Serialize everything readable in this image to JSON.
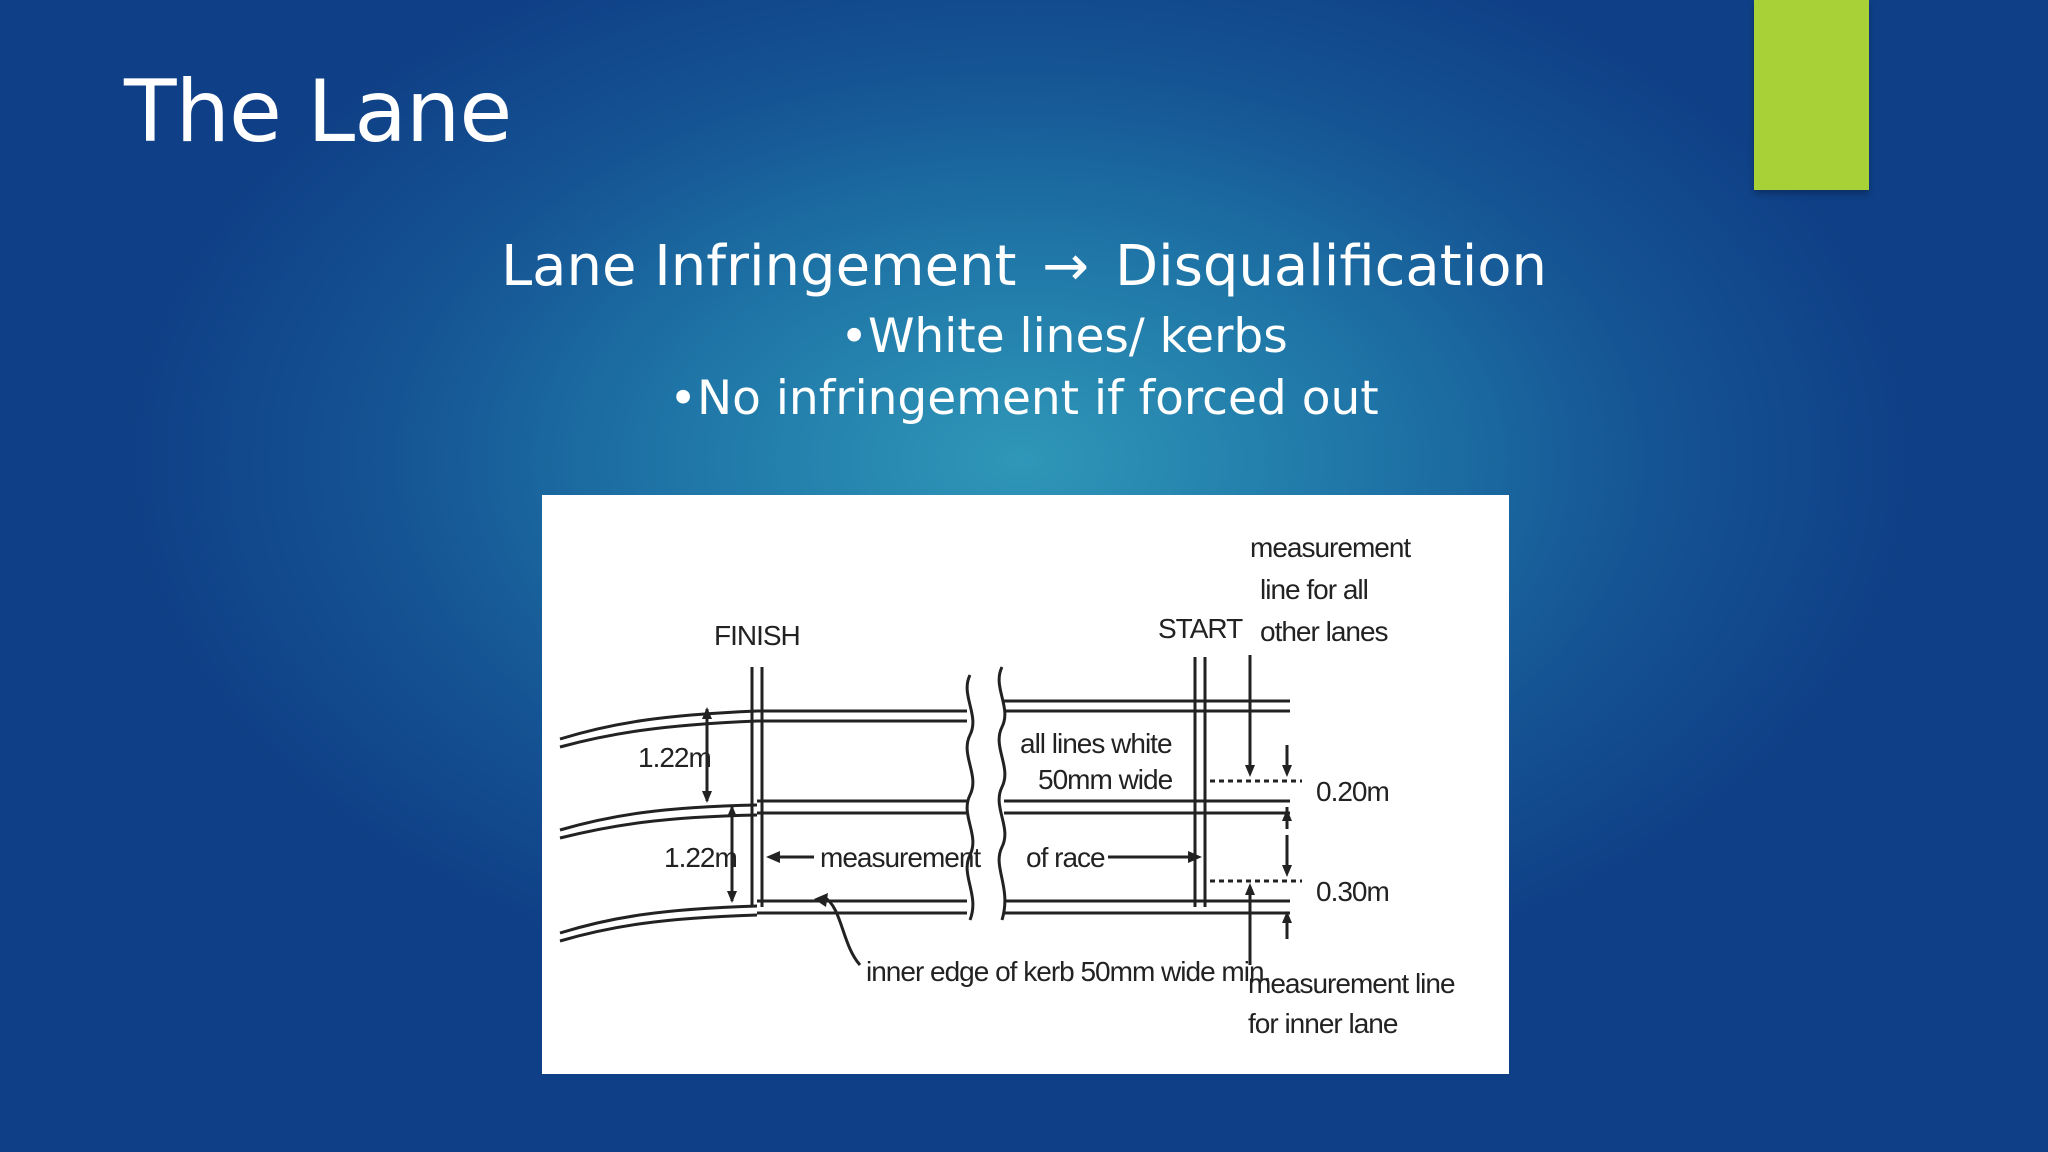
{
  "slide": {
    "title": "The Lane",
    "subtitle_left": "Lane Infringement",
    "subtitle_arrow": "→",
    "subtitle_right": "Disqualification",
    "bullets": [
      "•White lines/ kerbs",
      "•No infringement if forced out"
    ],
    "accent_color": "#a8d137"
  },
  "diagram": {
    "finish_label": "FINISH",
    "start_label": "START",
    "measurement_line_label_1": "measurement",
    "measurement_line_label_2": "line for all",
    "measurement_line_label_3": "other lanes",
    "lane_width_1": "1.22m",
    "lane_width_2": "1.22m",
    "all_lines_1": "all lines white",
    "all_lines_2": "50mm wide",
    "measurement_label": "measurement",
    "of_race_label": "of race",
    "dim_020": "0.20m",
    "dim_030": "0.30m",
    "kerb_label": "inner edge of kerb 50mm wide min.",
    "inner_lane_label_1": "measurement line",
    "inner_lane_label_2": "for inner lane"
  }
}
